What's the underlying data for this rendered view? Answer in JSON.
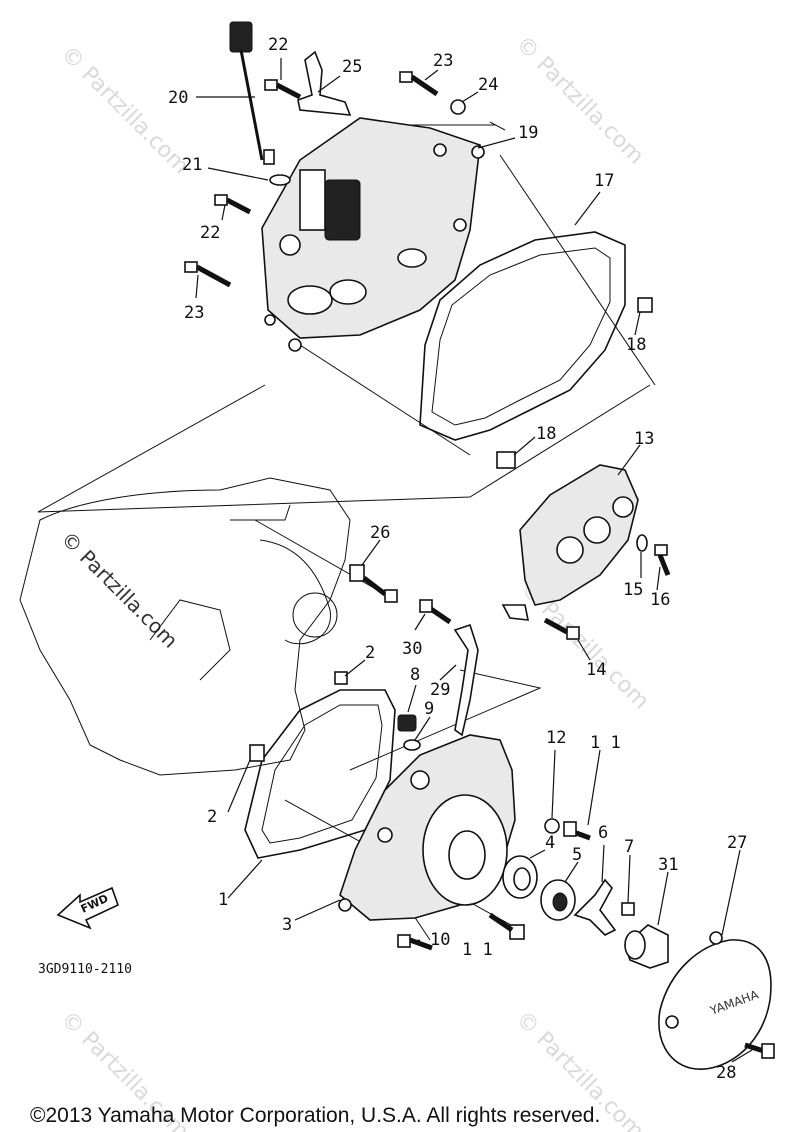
{
  "diagram": {
    "callouts": {
      "c1": "1",
      "c2a": "2",
      "c2b": "2",
      "c3": "3",
      "c4": "4",
      "c5": "5",
      "c6": "6",
      "c7": "7",
      "c8": "8",
      "c9": "9",
      "c10": "10",
      "c11a": "1 1",
      "c11b": "1 1",
      "c12": "12",
      "c13": "13",
      "c14": "14",
      "c15": "15",
      "c16": "16",
      "c17": "17",
      "c18a": "18",
      "c18b": "18",
      "c19": "19",
      "c20": "20",
      "c21": "21",
      "c22a": "22",
      "c22b": "22",
      "c23a": "23",
      "c23b": "23",
      "c24": "24",
      "c25": "25",
      "c26": "26",
      "c27": "27",
      "c28": "28",
      "c29": "29",
      "c30": "30",
      "c31": "31"
    },
    "fwd_label": "FWD",
    "drawing_code": "3GD9110-2110",
    "brand_mark": "YAMAHA"
  },
  "watermark": {
    "text": "© Partzilla.com",
    "highlight_text": "© Partzilla.com"
  },
  "footer": {
    "copyright": "©2013  Yamaha Motor Corporation, U.S.A. All rights reserved."
  }
}
